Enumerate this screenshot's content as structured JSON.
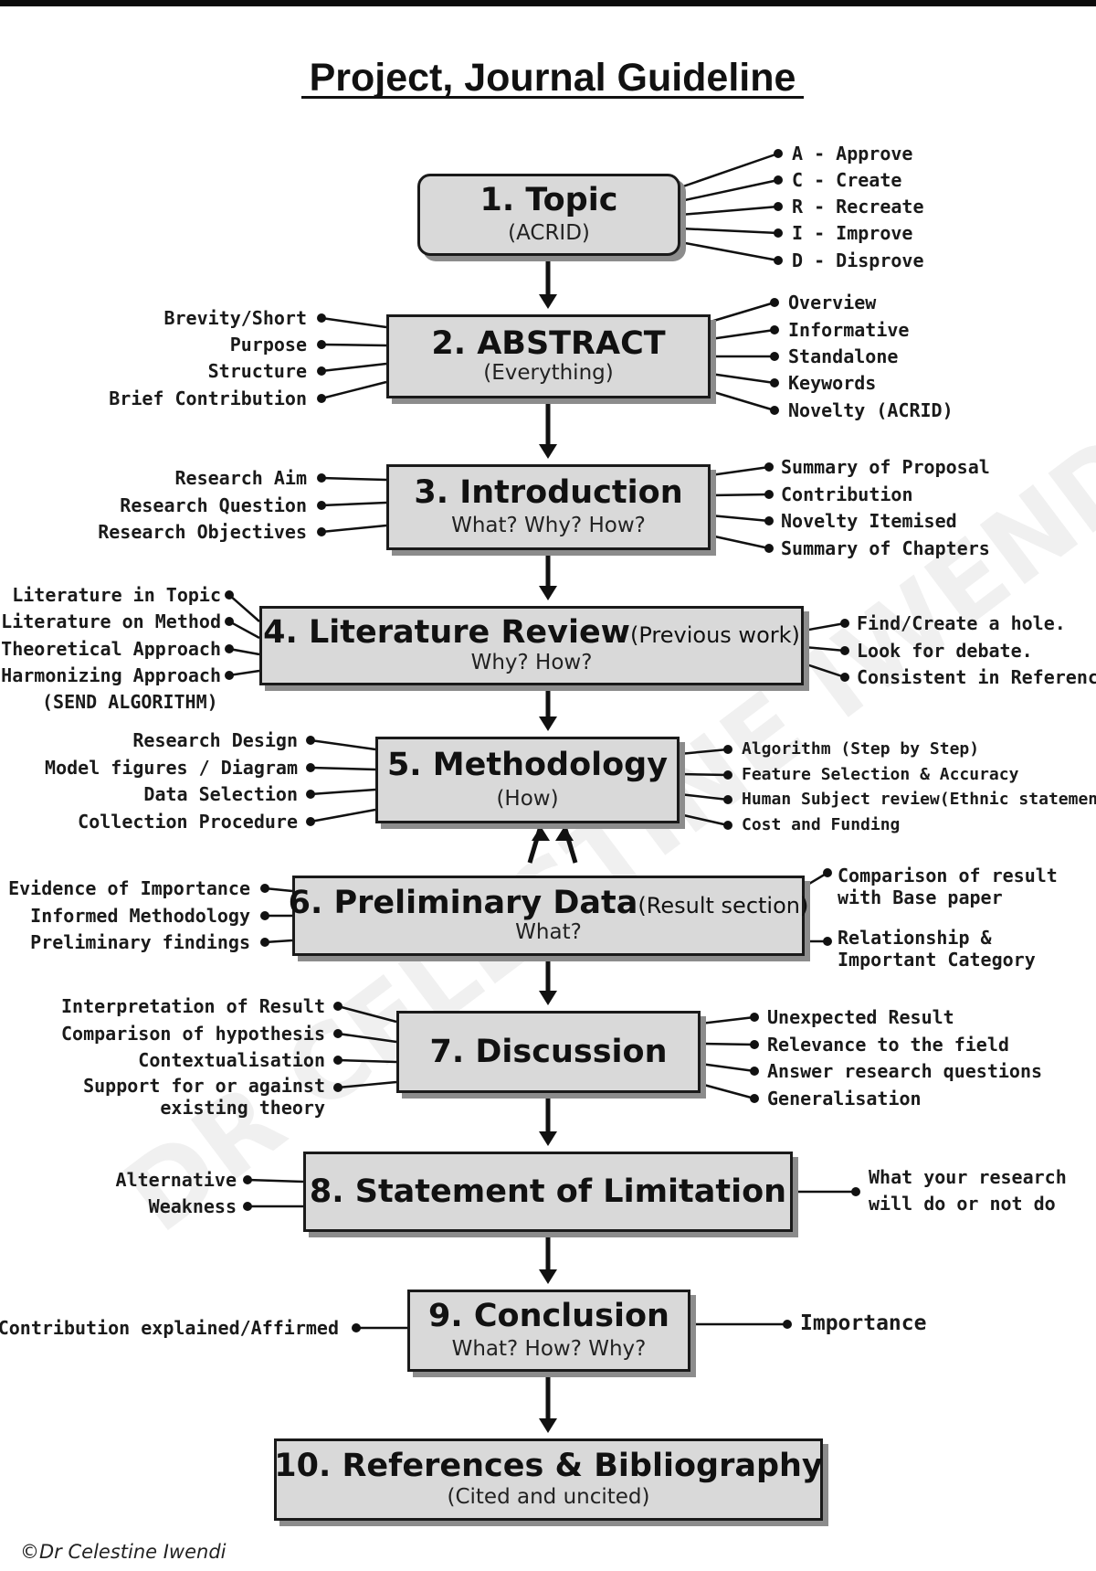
{
  "title": "Project, Journal Guideline",
  "watermark": "DR CELESTINE IWENDI",
  "credit": "©Dr Celestine Iwendi",
  "colors": {
    "box_fill": "#d9d9d9",
    "box_border": "#1a1a1a",
    "box_shadow": "#8c8c8c",
    "line": "#111111"
  },
  "steps": [
    {
      "title": "1. Topic",
      "subtitle": "(ACRID)",
      "left": [],
      "right": [
        "A - Approve",
        "C - Create",
        "R - Recreate",
        "I - Improve",
        "D - Disprove"
      ]
    },
    {
      "title": "2. ABSTRACT",
      "subtitle": "(Everything)",
      "left": [
        "Brevity/Short",
        "Purpose",
        "Structure",
        "Brief Contribution"
      ],
      "right": [
        "Overview",
        "Informative",
        "Standalone",
        "Keywords",
        "Novelty (ACRID)"
      ]
    },
    {
      "title": "3. Introduction",
      "subtitle": "What?  Why?  How?",
      "left": [
        "Research Aim",
        "Research Question",
        "Research Objectives"
      ],
      "right": [
        "Summary of Proposal",
        "Contribution",
        "Novelty Itemised",
        "Summary of Chapters"
      ]
    },
    {
      "title": "4. Literature Review",
      "title_suffix": "(Previous work)",
      "subtitle": "Why?  How?",
      "left": [
        "Literature in Topic",
        "Literature on Method",
        "Theoretical Approach",
        "Harmonizing Approach"
      ],
      "left_note": "(SEND ALGORITHM)",
      "right": [
        "Find/Create a hole.",
        "Look for debate.",
        "Consistent in Reference"
      ]
    },
    {
      "title": "5. Methodology",
      "subtitle": "(How)",
      "left": [
        "Research Design",
        "Model figures / Diagram",
        "Data Selection",
        "Collection Procedure"
      ],
      "right": [
        "Algorithm (Step by Step)",
        "Feature Selection & Accuracy",
        "Human Subject review(Ethnic statement)",
        "Cost and Funding"
      ]
    },
    {
      "title": "6. Preliminary Data",
      "title_suffix": "(Result section)",
      "subtitle": "What?",
      "left": [
        "Evidence of Importance",
        "Informed Methodology",
        "Preliminary findings"
      ],
      "right": [
        "Comparison of result with Base paper",
        "Relationship & Important Category"
      ]
    },
    {
      "title": "7. Discussion",
      "subtitle": "",
      "left": [
        "Interpretation of Result",
        "Comparison of hypothesis",
        "Contextualisation",
        "Support for or against existing theory"
      ],
      "right": [
        "Unexpected Result",
        "Relevance to the field",
        "Answer research questions",
        "Generalisation"
      ]
    },
    {
      "title": "8. Statement of Limitation",
      "subtitle": "",
      "left": [
        "Alternative",
        "Weakness"
      ],
      "right": [
        "What your research will do or not do"
      ]
    },
    {
      "title": "9. Conclusion",
      "subtitle": "What?  How?  Why?",
      "left": [
        "Contribution explained/Affirmed"
      ],
      "right": [
        "Importance"
      ]
    },
    {
      "title": "10. References & Bibliography",
      "subtitle": "(Cited and uncited)",
      "left": [],
      "right": []
    }
  ]
}
